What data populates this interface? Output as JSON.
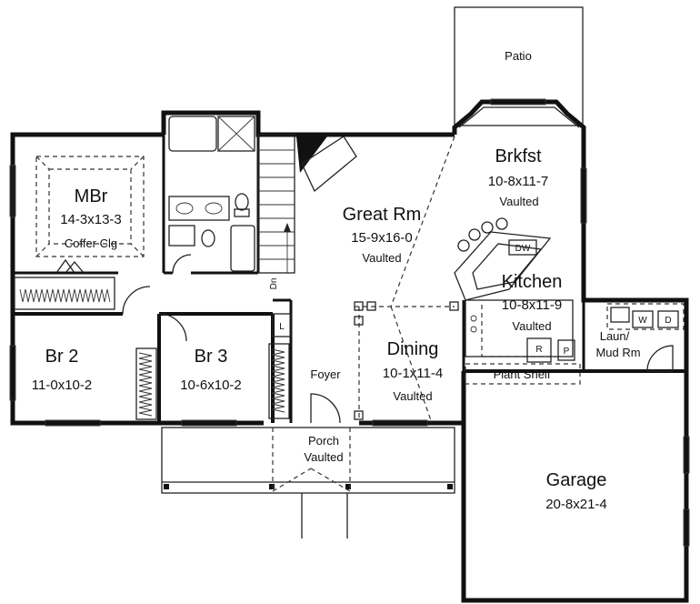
{
  "rooms": {
    "patio": {
      "name": "Patio"
    },
    "brkfst": {
      "name": "Brkfst",
      "size": "10-8x11-7",
      "note": "Vaulted"
    },
    "great_rm": {
      "name": "Great Rm",
      "size": "15-9x16-0",
      "note": "Vaulted"
    },
    "mbr": {
      "name": "MBr",
      "size": "14-3x13-3",
      "note": "Coffer Clg"
    },
    "kitchen": {
      "name": "Kitchen",
      "size": "10-8x11-9",
      "note": "Vaulted"
    },
    "br2": {
      "name": "Br 2",
      "size": "11-0x10-2"
    },
    "br3": {
      "name": "Br 3",
      "size": "10-6x10-2"
    },
    "dining": {
      "name": "Dining",
      "size": "10-1x11-4",
      "note": "Vaulted"
    },
    "laun": {
      "name_line1": "Laun/",
      "name_line2": "Mud Rm"
    },
    "foyer": {
      "name": "Foyer"
    },
    "porch": {
      "name": "Porch",
      "note": "Vaulted"
    },
    "garage": {
      "name": "Garage",
      "size": "20-8x21-4"
    }
  },
  "fixtures": {
    "plant_shelf": "Plant Shelf",
    "dishwasher": "DW",
    "range": "R",
    "pantry": "P",
    "linen": "L",
    "down": "Dn",
    "washer": "W",
    "dryer": "D"
  }
}
